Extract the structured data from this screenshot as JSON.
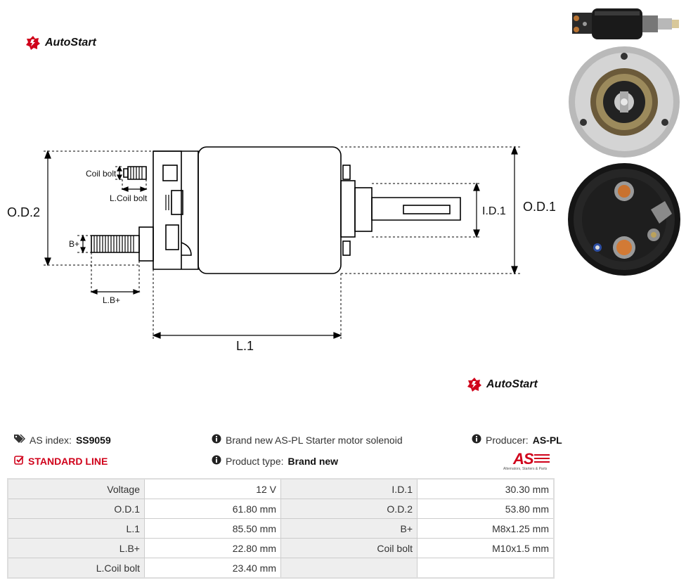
{
  "brand": {
    "name": "AutoStart",
    "accent": "#d0021b"
  },
  "diagram": {
    "labels": {
      "coil_bolt": "Coil bolt",
      "l_coil_bolt": "L.Coil bolt",
      "b_plus": "B+",
      "l_b_plus": "L.B+",
      "od2": "O.D.2",
      "od1": "O.D.1",
      "id1": "I.D.1",
      "l1": "L.1"
    }
  },
  "info": {
    "as_index_label": "AS index:",
    "as_index_value": "SS9059",
    "standard_line": "STANDARD LINE",
    "description": "Brand new AS-PL Starter motor solenoid",
    "product_type_label": "Product type:",
    "product_type_value": "Brand new",
    "producer_label": "Producer:",
    "producer_value": "AS-PL",
    "producer_logo_text": "AS",
    "producer_logo_tagline": "Alternators, Starters & Parts"
  },
  "specs": [
    [
      {
        "k": "Voltage",
        "v": "12 V"
      },
      {
        "k": "I.D.1",
        "v": "30.30 mm"
      }
    ],
    [
      {
        "k": "O.D.1",
        "v": "61.80 mm"
      },
      {
        "k": "O.D.2",
        "v": "53.80 mm"
      }
    ],
    [
      {
        "k": "L.1",
        "v": "85.50 mm"
      },
      {
        "k": "B+",
        "v": "M8x1.25 mm"
      }
    ],
    [
      {
        "k": "L.B+",
        "v": "22.80 mm"
      },
      {
        "k": "Coil bolt",
        "v": "M10x1.5 mm"
      }
    ],
    [
      {
        "k": "L.Coil bolt",
        "v": "23.40 mm"
      },
      {
        "k": "",
        "v": ""
      }
    ]
  ]
}
